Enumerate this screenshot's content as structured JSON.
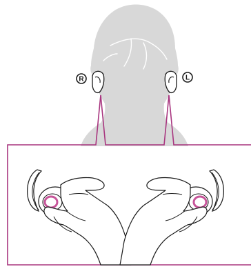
{
  "figure": {
    "labels": {
      "right": "R",
      "left": "L"
    },
    "colors": {
      "head": "#d8d8d8",
      "outline": "#1a1a1a",
      "callout": "#a8357f",
      "highlight": "#c7559a",
      "background": "#ffffff"
    },
    "icons": {
      "head": "head-silhouette",
      "earbud": "earbud",
      "hand": "hand"
    }
  }
}
